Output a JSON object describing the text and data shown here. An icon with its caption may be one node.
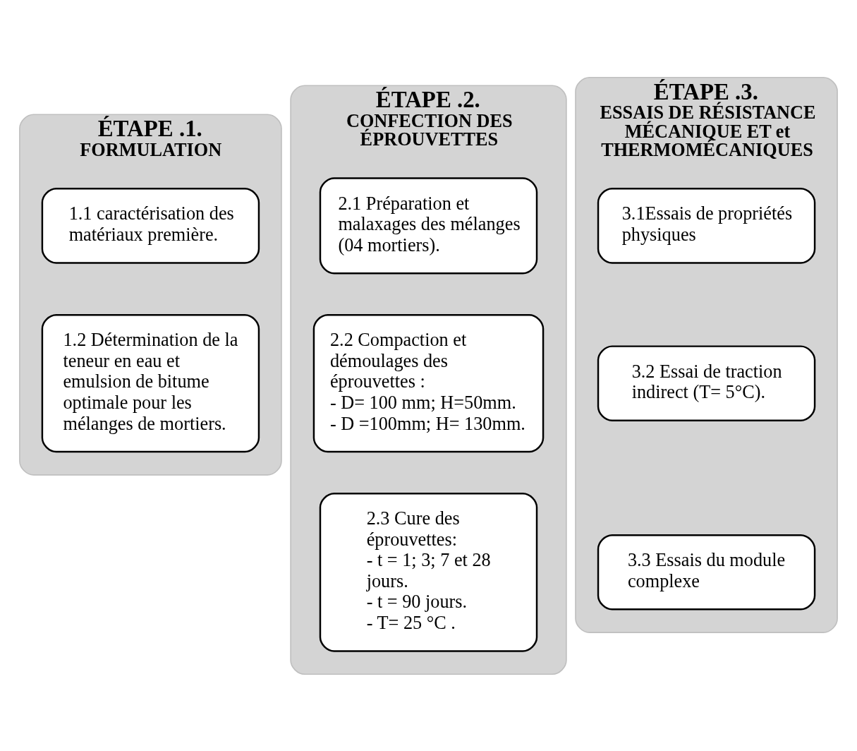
{
  "diagram": {
    "nodes": [
      {
        "text": [
          "ÉTAPE .1.",
          "FORMULATION"
        ]
      },
      {
        "text": [
          "1.1 caractérisation des matériaux première."
        ],
        "in": 0
      },
      {
        "text": [
          "1.2 Détermination de la teneur en eau et emulsion de bitume optimale pour les mélanges de mortiers."
        ],
        "in": 0
      },
      {
        "text": [
          "ÉTAPE .2.",
          "CONFECTION DES ÉPROUVETTES"
        ]
      },
      {
        "text": [
          "2.1 Préparation et malaxages des mélanges (04 mortiers)."
        ],
        "in": 3
      },
      {
        "text": [
          "2.2 Compaction et démoulages des éprouvettes :",
          "- D= 100 mm; H=50mm.",
          "- D =100mm; H= 130mm."
        ],
        "in": 3
      },
      {
        "text": [
          "2.3 Cure des éprouvettes:",
          "- t = 1; 3; 7 et 28 jours.",
          "- t = 90 jours.",
          "- T= 25 °C ."
        ],
        "in": 3
      },
      {
        "text": [
          "ÉTAPE .3.",
          "ESSAIS DE RÉSISTANCE MÉCANIQUE ET et THERMOMÉCANIQUES"
        ]
      },
      {
        "text": [
          "3.1Essais de propriétés physiques"
        ],
        "in": 7
      },
      {
        "text": [
          "3.2 Essai de traction indirect (T= 5°C)."
        ],
        "in": 7
      },
      {
        "text": [
          "3.3 Essais du module complexe"
        ],
        "in": 7
      }
    ],
    "edges": []
  }
}
